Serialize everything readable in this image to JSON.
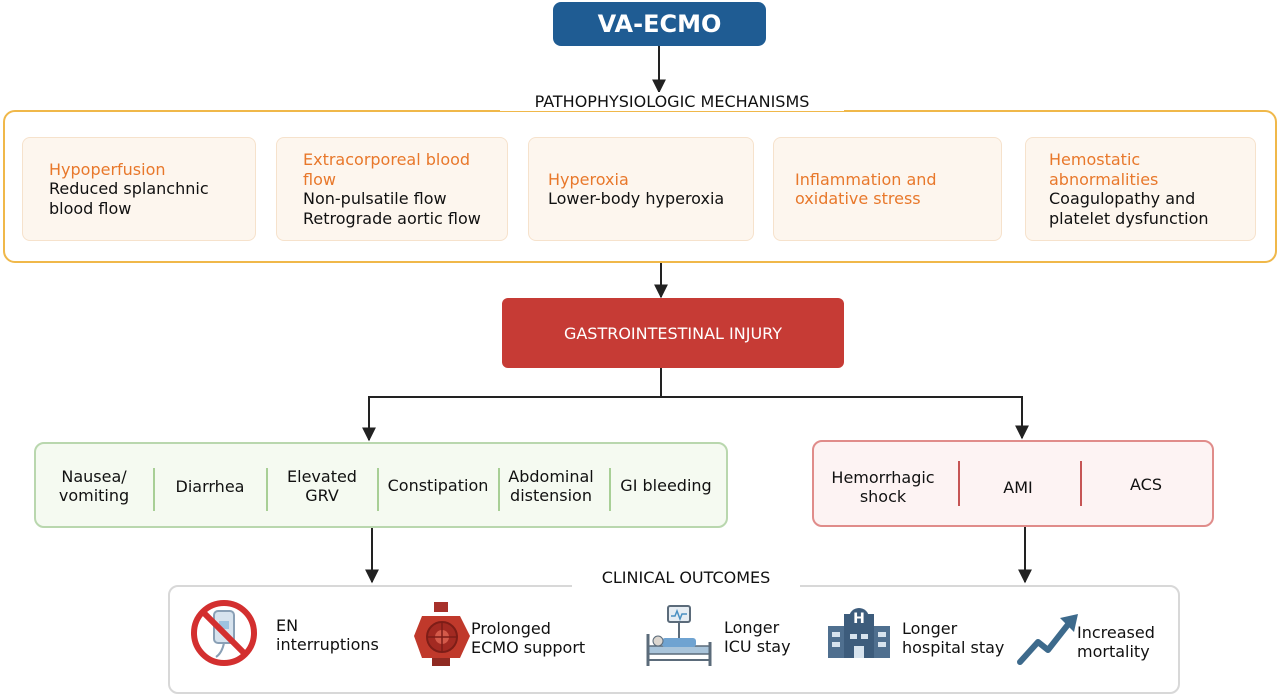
{
  "top": {
    "title": "VA-ECMO"
  },
  "mechanisms": {
    "heading": "PATHOPHYSIOLOGIC MECHANISMS",
    "items": [
      {
        "title": "Hypoperfusion",
        "desc": "Reduced splanchnic blood flow"
      },
      {
        "title": "Extracorporeal blood flow",
        "desc": "Non-pulsatile flow Retrograde aortic flow"
      },
      {
        "title": "Hyperoxia",
        "desc": "Lower-body hyperoxia"
      },
      {
        "title": "Inflammation and oxidative stress",
        "desc": ""
      },
      {
        "title": "Hemostatic abnormalities",
        "desc": "Coagulopathy and platelet dysfunction"
      }
    ]
  },
  "injury": {
    "label": "GASTROINTESTINAL INJURY"
  },
  "symptoms": [
    "Nausea/ vomiting",
    "Diarrhea",
    "Elevated GRV",
    "Constipation",
    "Abdominal distension",
    "GI bleeding"
  ],
  "complications": [
    "Hemorrhagic shock",
    "AMI",
    "ACS"
  ],
  "outcomes": {
    "heading": "CLINICAL OUTCOMES",
    "items": [
      {
        "label": "EN interruptions",
        "icon": "no-feeding-bag-icon"
      },
      {
        "label": "Prolonged ECMO support",
        "icon": "ecmo-pump-icon"
      },
      {
        "label": "Longer ICU stay",
        "icon": "icu-bed-icon"
      },
      {
        "label": "Longer hospital stay",
        "icon": "hospital-icon"
      },
      {
        "label": "Increased mortality",
        "icon": "rising-arrow-icon"
      }
    ]
  },
  "colors": {
    "top_box": "#1f5c93",
    "mechanism_border": "#f0b84a",
    "mechanism_title": "#e8782b",
    "injury_box": "#c63b35",
    "symptom_border": "#b9d7ae",
    "complication_border": "#e08c8a"
  }
}
